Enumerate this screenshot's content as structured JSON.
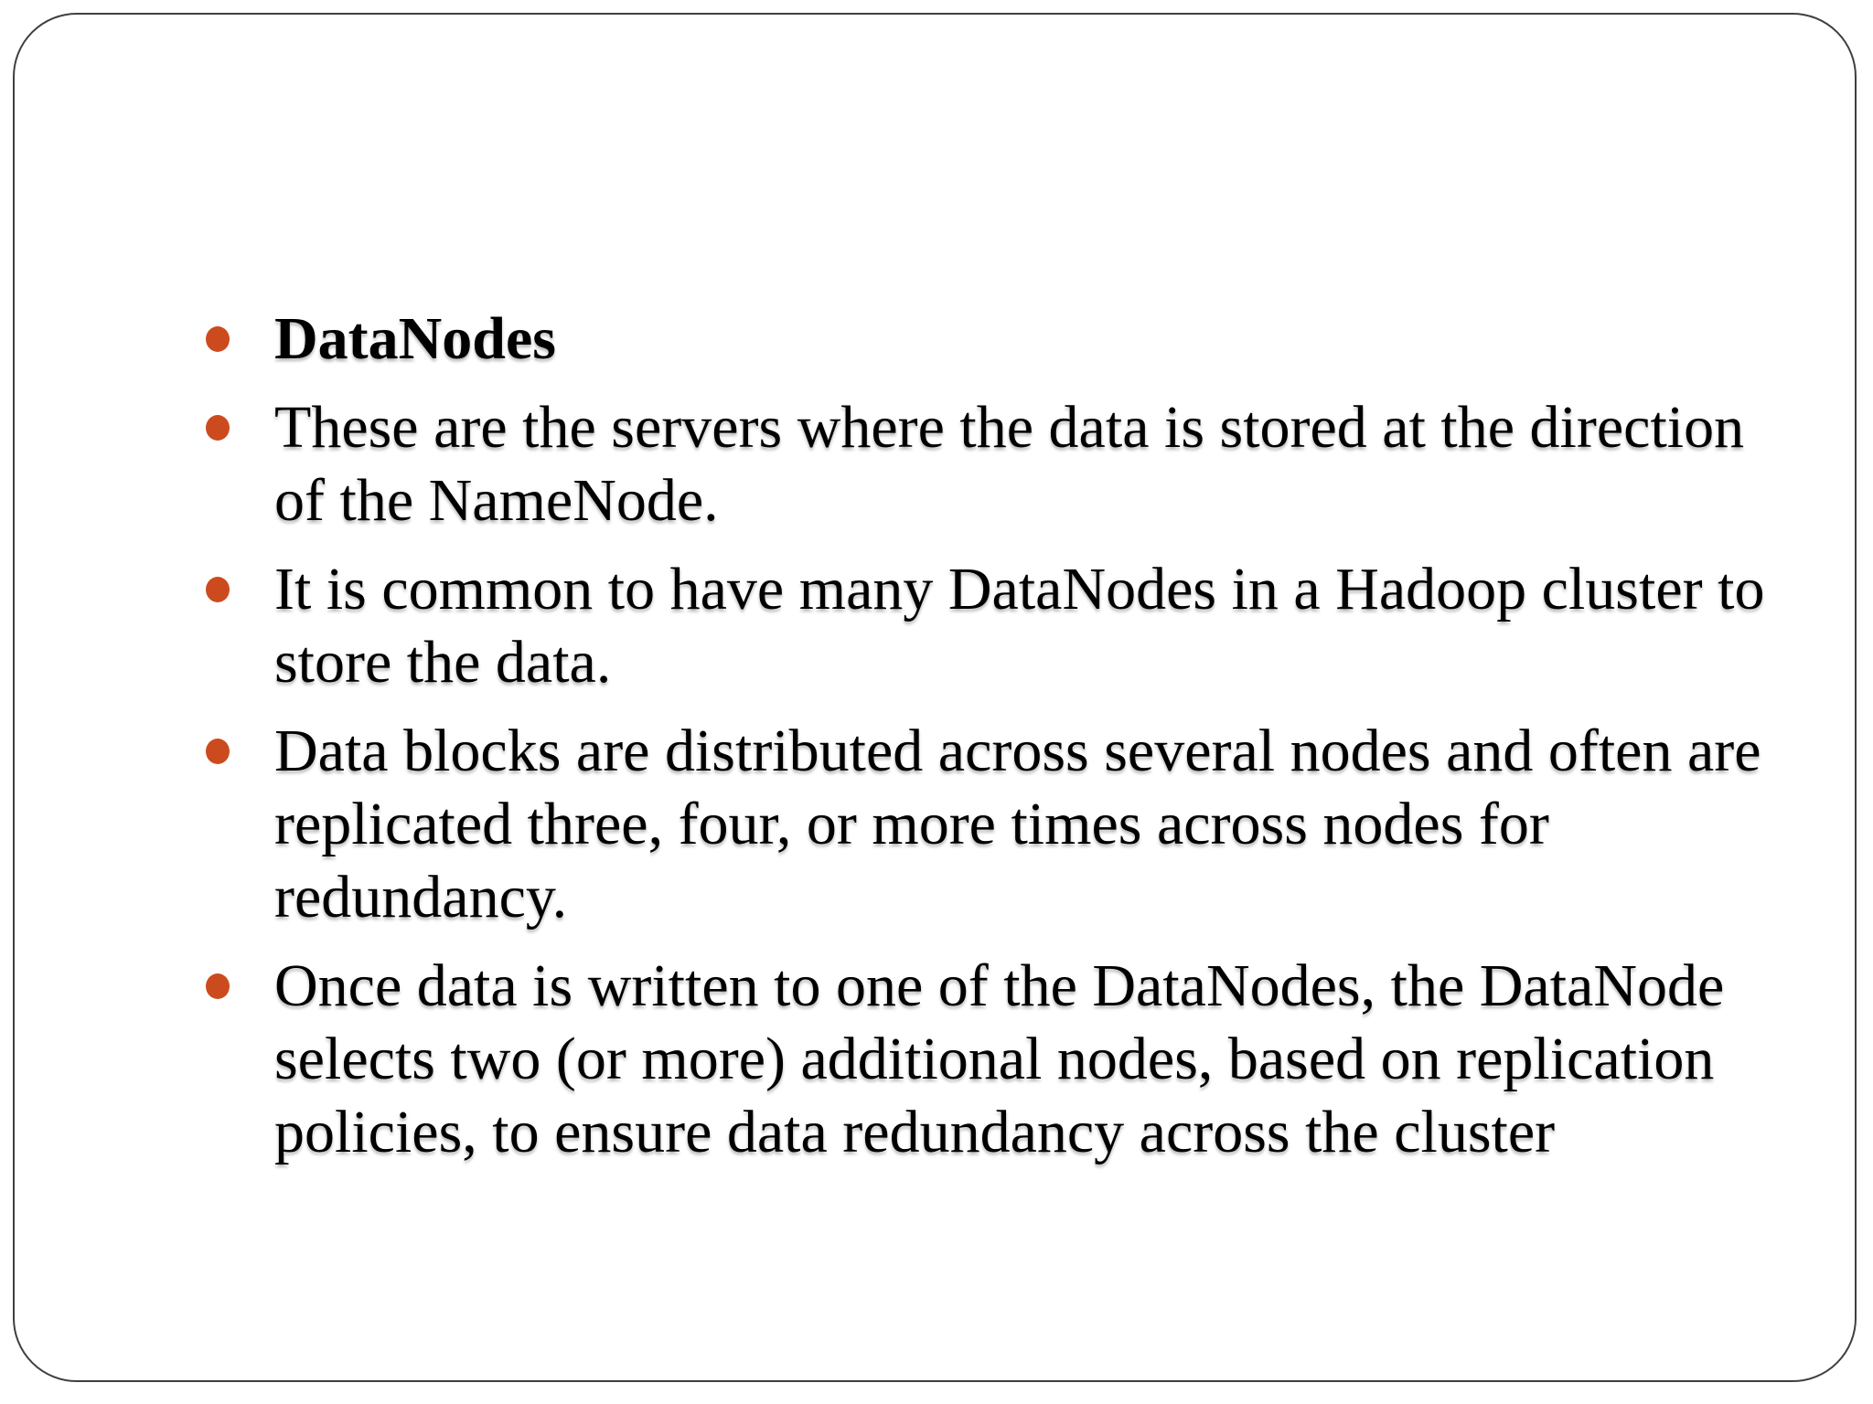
{
  "slide": {
    "colors": {
      "background": "#ffffff",
      "frame_border": "#3f3f3f",
      "bullet": "#cc4b1e",
      "text": "#000000"
    },
    "bullets": [
      {
        "style": "bold-title",
        "lines": [
          "DataNodes"
        ]
      },
      {
        "style": "body",
        "lines": [
          "These are the servers where the data is stored at the direction",
          "of the NameNode."
        ]
      },
      {
        "style": "body",
        "lines": [
          "It is common to have many DataNodes in a Hadoop cluster to",
          "store the data."
        ]
      },
      {
        "style": "body",
        "lines": [
          "Data blocks are distributed across several nodes and often are",
          "replicated three, four, or more times across nodes for",
          "redundancy."
        ]
      },
      {
        "style": "body",
        "lines": [
          "Once data is written to one of the DataNodes, the DataNode",
          "selects two (or more) additional nodes, based on replication",
          "policies, to ensure data redundancy across the cluster"
        ]
      }
    ]
  }
}
